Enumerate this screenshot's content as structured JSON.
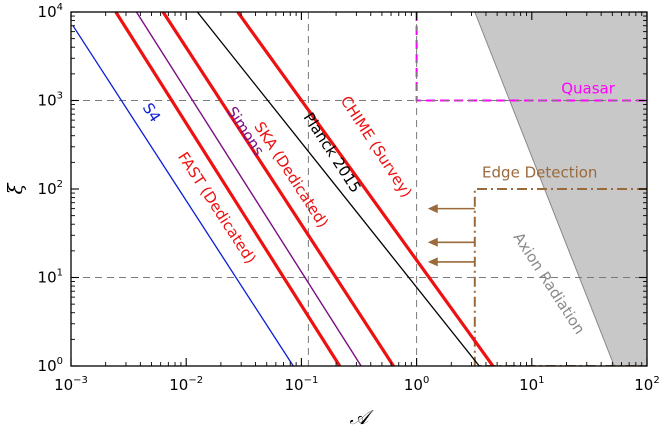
{
  "chart_data": {
    "type": "line",
    "xlabel": "𝒜",
    "ylabel": "ξ",
    "xscale": "log",
    "yscale": "log",
    "xlim": [
      0.001,
      100
    ],
    "ylim": [
      1,
      10000
    ],
    "xticks": [
      {
        "value": 0.001,
        "base": "10",
        "exp": "−3"
      },
      {
        "value": 0.01,
        "base": "10",
        "exp": "−2"
      },
      {
        "value": 0.1,
        "base": "10",
        "exp": "−1"
      },
      {
        "value": 1,
        "base": "10",
        "exp": "0"
      },
      {
        "value": 10,
        "base": "10",
        "exp": "1"
      },
      {
        "value": 100,
        "base": "10",
        "exp": "2"
      }
    ],
    "yticks": [
      {
        "value": 1,
        "base": "10",
        "exp": "0"
      },
      {
        "value": 10,
        "base": "10",
        "exp": "1"
      },
      {
        "value": 100,
        "base": "10",
        "exp": "2"
      },
      {
        "value": 1000,
        "base": "10",
        "exp": "3"
      },
      {
        "value": 10000,
        "base": "10",
        "exp": "4"
      }
    ],
    "reference_lines": [
      {
        "orientation": "vertical",
        "value": 0.115
      },
      {
        "orientation": "vertical",
        "value": 1
      },
      {
        "orientation": "horizontal",
        "value": 10
      },
      {
        "orientation": "horizontal",
        "value": 1000
      }
    ],
    "series": [
      {
        "name": "S4",
        "color": "#0a1ed6",
        "width": 1.3,
        "x": [
          0.00104,
          0.085
        ],
        "y": [
          7000,
          1
        ],
        "label_at": [
          0.0046,
          680
        ],
        "label_angle": 57
      },
      {
        "name": "FAST (Dedicated)",
        "color": "#ee1111",
        "width": 3.2,
        "x": [
          0.00245,
          0.215
        ],
        "y": [
          10000,
          1
        ],
        "label_at": [
          0.017,
          57
        ],
        "label_angle": 57
      },
      {
        "name": "Simons",
        "color": "#7b0e86",
        "width": 1.4,
        "x": [
          0.0037,
          0.33
        ],
        "y": [
          10000,
          1
        ],
        "label_at": [
          0.03,
          420
        ],
        "label_angle": 57
      },
      {
        "name": "SKA (Dedicated)",
        "color": "#ee1111",
        "width": 3.2,
        "x": [
          0.0063,
          0.63
        ],
        "y": [
          10000,
          1
        ],
        "label_at": [
          0.075,
          135
        ],
        "label_angle": 57
      },
      {
        "name": "Planck 2015",
        "color": "#000000",
        "width": 1.3,
        "x": [
          0.0125,
          3.5
        ],
        "y": [
          10000,
          1
        ],
        "label_at": [
          0.17,
          240
        ],
        "label_angle": 57
      },
      {
        "name": "CHIME (Survey)",
        "color": "#ee1111",
        "width": 3.2,
        "x": [
          0.028,
          4.6
        ],
        "y": [
          10000,
          1
        ],
        "label_at": [
          0.41,
          280
        ],
        "label_angle": 57
      }
    ],
    "regions": [
      {
        "name": "Axion Radiation",
        "fill": "#c8c8c8",
        "stroke": "#888888",
        "polygon": [
          [
            3.2,
            10000
          ],
          [
            100,
            10000
          ],
          [
            100,
            1
          ],
          [
            52,
            1
          ]
        ],
        "label_color": "#8a8a8a",
        "label_at": [
          13,
          8
        ],
        "label_angle": 57
      },
      {
        "name": "Quasar",
        "color": "#ff00ff",
        "dash": "dashed",
        "polyline": [
          [
            1,
            10000
          ],
          [
            1,
            1000
          ],
          [
            100,
            1000
          ]
        ],
        "label_at": [
          18,
          1200
        ]
      },
      {
        "name": "Edge Detection",
        "color": "#9a6a3b",
        "dash": "dashdot",
        "polyline": [
          [
            100,
            100
          ],
          [
            3.2,
            100
          ],
          [
            3.2,
            1
          ],
          [
            100,
            1
          ]
        ],
        "label_at": [
          3.7,
          135
        ]
      }
    ],
    "arrows": {
      "color": "#9a6a3b",
      "x_start": 3.2,
      "x_end": 1.25,
      "y": [
        60,
        25,
        15
      ]
    },
    "grid": false,
    "legend": "none"
  }
}
